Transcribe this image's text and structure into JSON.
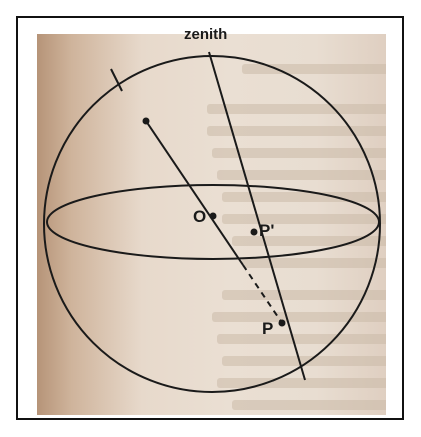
{
  "figure": {
    "labels": {
      "zenith": "zenith",
      "center": "O",
      "projected_point": "P'",
      "point": "P"
    },
    "colors": {
      "frame": "#111111",
      "paper": "#e8ddd1",
      "ink": "#1a1a1a"
    }
  }
}
